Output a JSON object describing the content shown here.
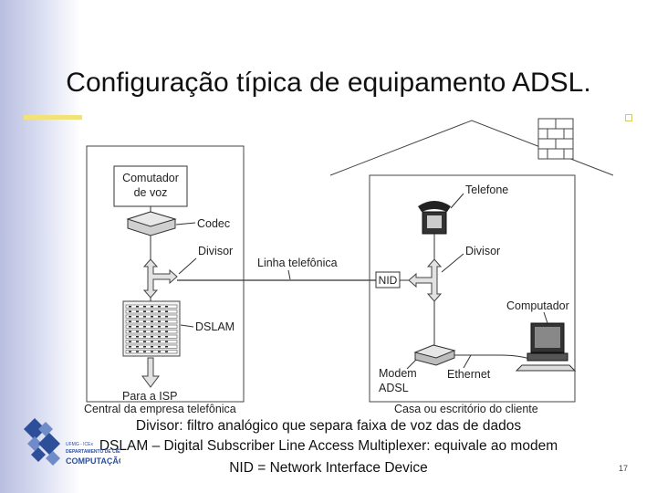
{
  "slide": {
    "title": "Configuração típica de equipamento ADSL.",
    "page_number": "17"
  },
  "diagram": {
    "left_box": {
      "caption": "Central da empresa telefônica",
      "switch_label": [
        "Comutador",
        "de voz"
      ],
      "codec_label": "Codec",
      "splitter_label": "Divisor",
      "dslam_label": "DSLAM",
      "isp_label": "Para a ISP"
    },
    "line_label": "Linha telefônica",
    "house": {
      "caption": "Casa ou escritório do cliente",
      "phone_label": "Telefone",
      "splitter_label": "Divisor",
      "nid_label": "NID",
      "computer_label": "Computador",
      "modem_label": [
        "Modem",
        "ADSL"
      ],
      "ethernet_label": "Ethernet"
    }
  },
  "notes": [
    "Divisor:  filtro analógico que separa faixa de voz das de dados",
    "DSLAM – Digital Subscriber Line Access Multiplexer:  equivale ao modem",
    "NID = Network Interface Device"
  ],
  "logo": {
    "line1": "UFMG - ICEx",
    "line2": "DEPARTAMENTO DE CIÊNCIA DA",
    "line3": "COMPUTAÇÃO"
  },
  "colors": {
    "sidebar": "#c7cce8",
    "rule": "#f2e27a",
    "logo_blue": "#2d4f9a"
  }
}
